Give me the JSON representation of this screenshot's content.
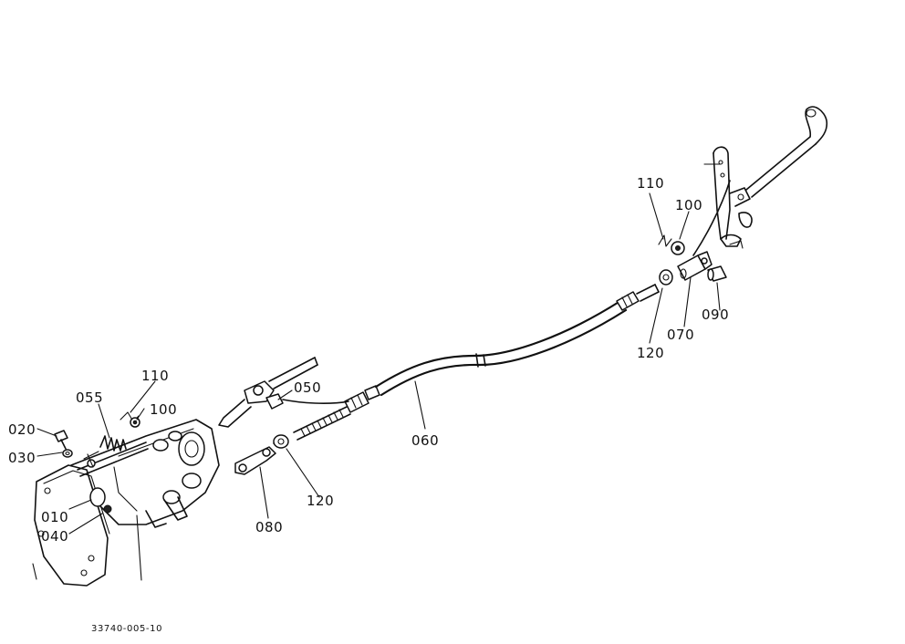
{
  "diagram": {
    "drawing_number": "33740-005-10",
    "labels": {
      "p110_left": "110",
      "p055": "055",
      "p100_left": "100",
      "p020": "020",
      "p030": "030",
      "p010": "010",
      "p040": "040",
      "p050": "050",
      "p080": "080",
      "p120_left": "120",
      "p060": "060",
      "p110_right": "110",
      "p100_right": "100",
      "p120_right": "120",
      "p070": "070",
      "p090": "090"
    }
  }
}
